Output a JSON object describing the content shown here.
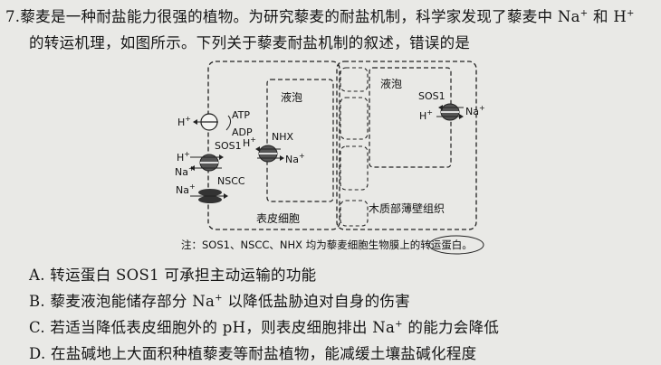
{
  "question": {
    "number": "7.",
    "stem_part1": "藜麦是一种耐盐能力很强的植物。为研究藜麦的耐盐机制，科学家发现了藜麦中 Na",
    "stem_sup1": "+",
    "stem_part2": " 和 H",
    "stem_sup2": "+",
    "stem_line2": "的转运机理，如图所示。下列关于藜麦耐盐机制的叙述，错误的是"
  },
  "diagram": {
    "vacuole_left": "液泡",
    "vacuole_right": "液泡",
    "epidermal_cell": "表皮细胞",
    "xylem_cell": "木质部薄壁组织",
    "atp": "ATP",
    "adp": "ADP",
    "sos1_left": "SOS1",
    "sos1_right": "SOS1",
    "nhx": "NHX",
    "nscc": "NSCC",
    "h_ion": "H",
    "na_ion": "Na",
    "plus": "+",
    "note": "注：SOS1、NSCC、NHX 均为藜麦细胞生物膜上的转运蛋白。"
  },
  "options": {
    "a": "A. 转运蛋白 SOS1 可承担主动运输的功能",
    "b_pre": "B. 藜麦液泡能储存部分 Na",
    "b_sup": "+",
    "b_post": " 以降低盐胁迫对自身的伤害",
    "c_pre": "C. 若适当降低表皮细胞外的 pH，则表皮细胞排出 Na",
    "c_sup": "+",
    "c_post": " 的能力会降低",
    "d": "D. 在盐碱地上大面积种植藜麦等耐盐植物，能减缓土壤盐碱化程度"
  }
}
